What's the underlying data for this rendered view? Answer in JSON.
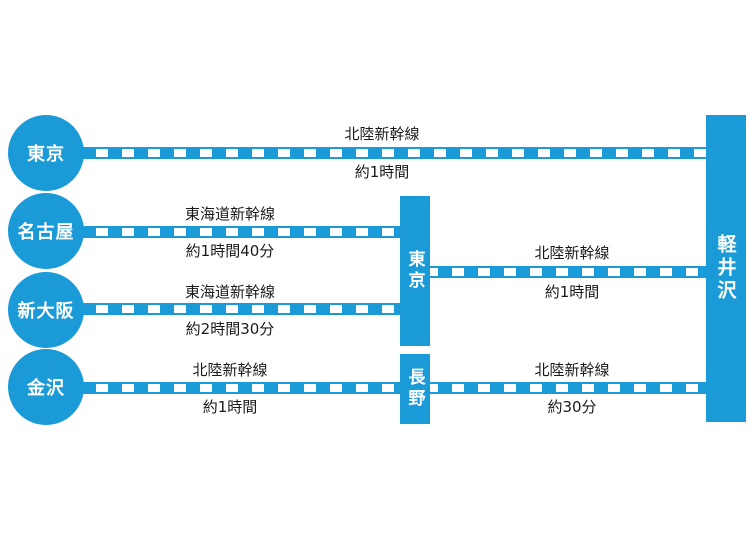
{
  "colors": {
    "accent": "#1a9ad6"
  },
  "origins": [
    {
      "key": "tokyo",
      "label": "東京"
    },
    {
      "key": "nagoya",
      "label": "名古屋"
    },
    {
      "key": "osaka",
      "label": "新大阪"
    },
    {
      "key": "kanazawa",
      "label": "金沢"
    }
  ],
  "hubs": {
    "tokyo": {
      "label": "東京"
    },
    "nagano": {
      "label": "長野"
    },
    "karuizawa": {
      "label": "軽井沢"
    }
  },
  "routes": [
    {
      "id": "tokyo-karuizawa",
      "line": "北陸新幹線",
      "time": "約1時間"
    },
    {
      "id": "nagoya-tokyo",
      "line": "東海道新幹線",
      "time": "約1時間40分"
    },
    {
      "id": "osaka-tokyo",
      "line": "東海道新幹線",
      "time": "約2時間30分"
    },
    {
      "id": "kanazawa-nagano",
      "line": "北陸新幹線",
      "time": "約1時間"
    },
    {
      "id": "tokyohub-karuizawa",
      "line": "北陸新幹線",
      "time": "約1時間"
    },
    {
      "id": "nagano-karuizawa",
      "line": "北陸新幹線",
      "time": "約30分"
    }
  ]
}
